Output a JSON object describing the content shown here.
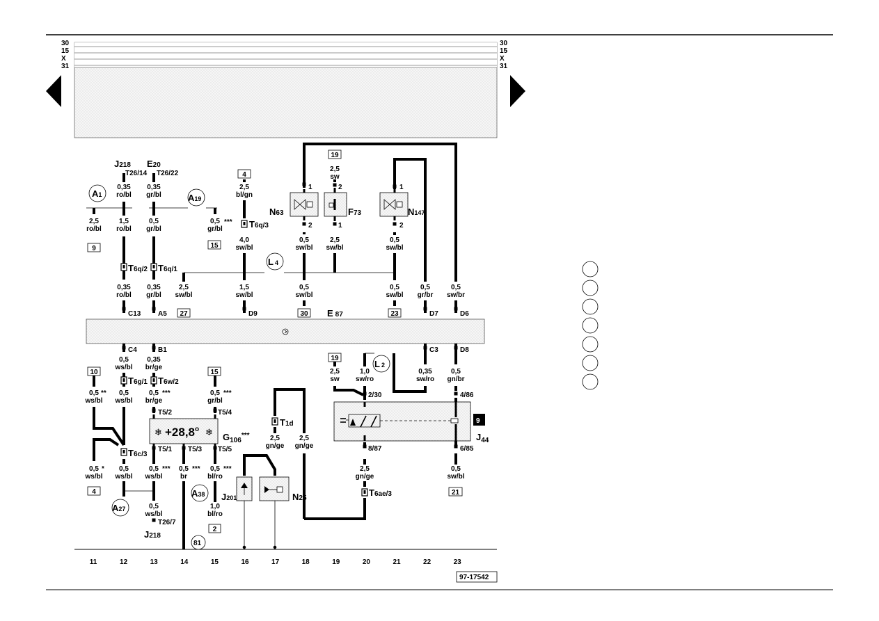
{
  "bus_labels": [
    "30",
    "15",
    "X",
    "31"
  ],
  "drawing_number": "97-17542",
  "column_numbers": [
    "11",
    "12",
    "13",
    "14",
    "15",
    "16",
    "17",
    "18",
    "19",
    "20",
    "21",
    "22",
    "23"
  ],
  "components": {
    "j218": "J",
    "j218_sub": "218",
    "e20": "E",
    "e20_sub": "20",
    "n63": "N",
    "n63_sub": "63",
    "f73": "F",
    "f73_sub": "73",
    "n147": "N",
    "n147_sub": "147",
    "e87": "E",
    "e87_sub": "87",
    "g106": "G",
    "g106_sub": "106",
    "g106_mark": "***",
    "j44": "J",
    "j44_sub": "44",
    "j201": "J",
    "j201_sub": "201",
    "n25": "N",
    "n25_sub": "25",
    "j218b": "J",
    "j218b_sub": "218"
  },
  "display": {
    "value": "+28,8",
    "unit": "o"
  },
  "relay_number": "9",
  "circles": {
    "a1": "A",
    "a1_sub": "1",
    "a19": "A",
    "a19_sub": "19",
    "l4": "L",
    "l4_sub": "4",
    "l2": "L",
    "l2_sub": "2",
    "a27": "A",
    "a27_sub": "27",
    "a38": "A",
    "a38_sub": "38",
    "n81": "81"
  },
  "wire_labels": {
    "c12_top": [
      "0,35",
      "ro/bl"
    ],
    "c13_top": [
      "0,35",
      "gr/bl"
    ],
    "c11_mid": [
      "2,5",
      "ro/bl"
    ],
    "c12_mid": [
      "1,5",
      "ro/bl"
    ],
    "c13_mid": [
      "0,5",
      "gr/bl"
    ],
    "c15_mid": [
      "0,5",
      "gr/bl"
    ],
    "c15_top": [
      "2,5",
      "bl/gn"
    ],
    "c15_low": [
      "4,0",
      "sw/bl"
    ],
    "c17_top": [
      "2,5",
      "sw"
    ],
    "c18_low": [
      "0,5",
      "sw/bl"
    ],
    "c19_low": [
      "2,5",
      "sw/bl"
    ],
    "c21_low": [
      "0,5",
      "sw/bl"
    ],
    "c12_bot": [
      "0,35",
      "ro/bl"
    ],
    "c13_bot": [
      "0,35",
      "gr/bl"
    ],
    "c14_bot": [
      "2,5",
      "sw/bl"
    ],
    "c16_bot": [
      "1,5",
      "sw/bl"
    ],
    "c18_bot": [
      "0,5",
      "sw/bl"
    ],
    "c21_bot": [
      "0,5",
      "sw/bl"
    ],
    "c22_bot": [
      "0,5",
      "gr/br"
    ],
    "c23_bot": [
      "0,5",
      "sw/br"
    ],
    "d12_a": [
      "0,5",
      "ws/bl"
    ],
    "d13_a": [
      "0,35",
      "br/ge"
    ],
    "d12_b": [
      "0,5",
      "ws/bl"
    ],
    "d11_b": [
      "0,5",
      "ws/bl"
    ],
    "d13_b": [
      "0,5",
      "br/ge"
    ],
    "d15_b": [
      "0,5",
      "gr/bl"
    ],
    "d19_a": [
      "2,5",
      "sw"
    ],
    "d20_a": [
      "1,0",
      "sw/ro"
    ],
    "d22_a": [
      "0,35",
      "sw/ro"
    ],
    "d23_a": [
      "0,5",
      "gn/br"
    ],
    "d11_c": [
      "0,5",
      "ws/bl"
    ],
    "d12_c": [
      "0,5",
      "ws/bl"
    ],
    "d13_c": [
      "0,5",
      "ws/bl"
    ],
    "d14_c": [
      "0,5",
      "br"
    ],
    "d15_c": [
      "0,5",
      "bl/ro"
    ],
    "d17_c": [
      "2,5",
      "gn/ge"
    ],
    "d18_c": [
      "2,5",
      "gn/ge"
    ],
    "d20_c": [
      "2,5",
      "gn/ge"
    ],
    "d23_c": [
      "0,5",
      "sw/bl"
    ],
    "d13_d": [
      "0,5",
      "ws/bl"
    ],
    "d15_d": [
      "1,0",
      "bl/ro"
    ]
  },
  "marks": {
    "star3": "***",
    "star2": "**",
    "star1": "*"
  },
  "connectors": {
    "t26_14": "T26/14",
    "t26_22": "T26/22",
    "t6q3": "T",
    "t6q3_sub": "6q/3",
    "t6q2": "T",
    "t6q2_sub": "6q/2",
    "t6q1": "T",
    "t6q1_sub": "6q/1",
    "t6g1": "T",
    "t6g1_sub": "6g/1",
    "t6w2": "T",
    "t6w2_sub": "6w/2",
    "t1d": "T",
    "t1d_sub": "1d",
    "t6c3": "T",
    "t6c3_sub": "6c/3",
    "t6ae3": "T",
    "t6ae3_sub": "6ae/3",
    "t5_2": "T5/2",
    "t5_4": "T5/4",
    "t5_1": "T5/1",
    "t5_3": "T5/3",
    "t5_5": "T5/5",
    "t26_7": "T26/7"
  },
  "pins": {
    "n63_1": "1",
    "n63_2": "2",
    "f73_2": "2",
    "f73_1": "1",
    "n147_1": "1",
    "n147_2": "2",
    "j44_230": "2/30",
    "j44_887": "8/87",
    "j44_486": "4/86",
    "j44_685": "6/85"
  },
  "terminals": {
    "c13": "C13",
    "a5": "A5",
    "d9": "D9",
    "d7": "D7",
    "d6": "D6",
    "c4": "C4",
    "b1": "B1",
    "c3": "C3",
    "d8": "D8"
  },
  "ref_boxes": {
    "b4": "4",
    "b19a": "19",
    "b9": "9",
    "b15a": "15",
    "b27": "27",
    "b30": "30",
    "b23": "23",
    "b10": "10",
    "b15b": "15",
    "b19b": "19",
    "b4b": "4",
    "b2": "2",
    "b21": "21"
  }
}
